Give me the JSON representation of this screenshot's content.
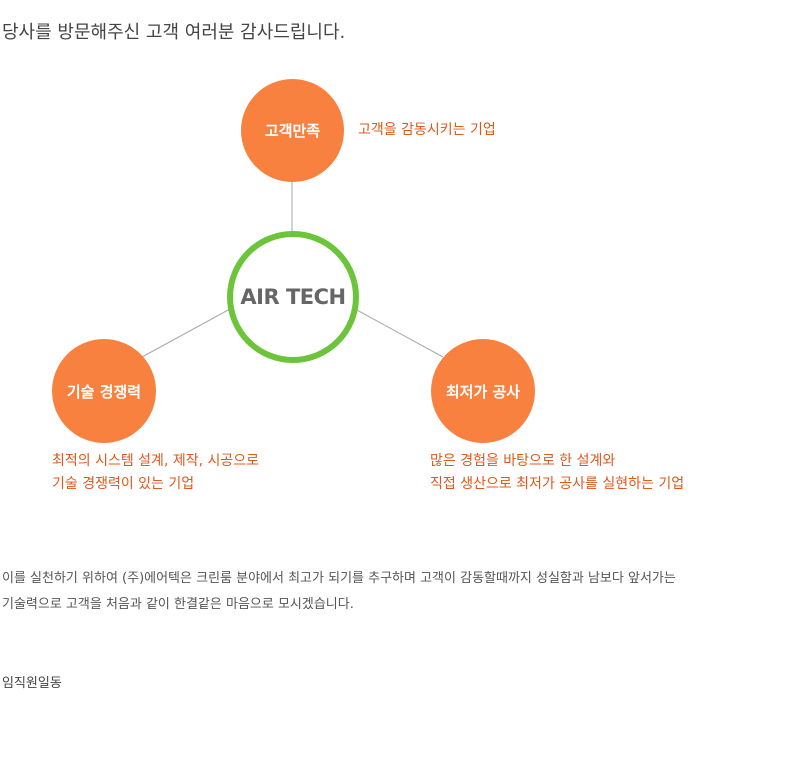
{
  "greeting": "당사를 방문해주신 고객 여러분 감사드립니다.",
  "diagram": {
    "center": "AIR TECH",
    "nodes": [
      {
        "label": "고객만족",
        "description": [
          "고객을 감동시키는 기업"
        ]
      },
      {
        "label": "기술 경쟁력",
        "description": [
          "최적의 시스템 설계, 제작, 시공으로",
          "기술 경쟁력이 있는 기업"
        ]
      },
      {
        "label": "최저가 공사",
        "description": [
          "많은 경험을 바탕으로 한 설계와",
          "직접 생산으로 최저가 공사를 실현하는 기업"
        ]
      }
    ]
  },
  "body": {
    "line1": "이를 실천하기 위하여 (주)에어텍은 크린룸 분야에서 최고가 되기를 추구하며 고객이 감동할때까지 성실함과 남보다 앞서가는",
    "line2": "기술력으로 고객을 처음과 같이 한결같은 마음으로 모시겠습니다."
  },
  "signature": "임직원일동",
  "colors": {
    "accent_orange": "#f9813f",
    "text_orange": "#e0581c",
    "ring_green": "#6cc43a",
    "connector_gray": "#aaaaaa"
  }
}
